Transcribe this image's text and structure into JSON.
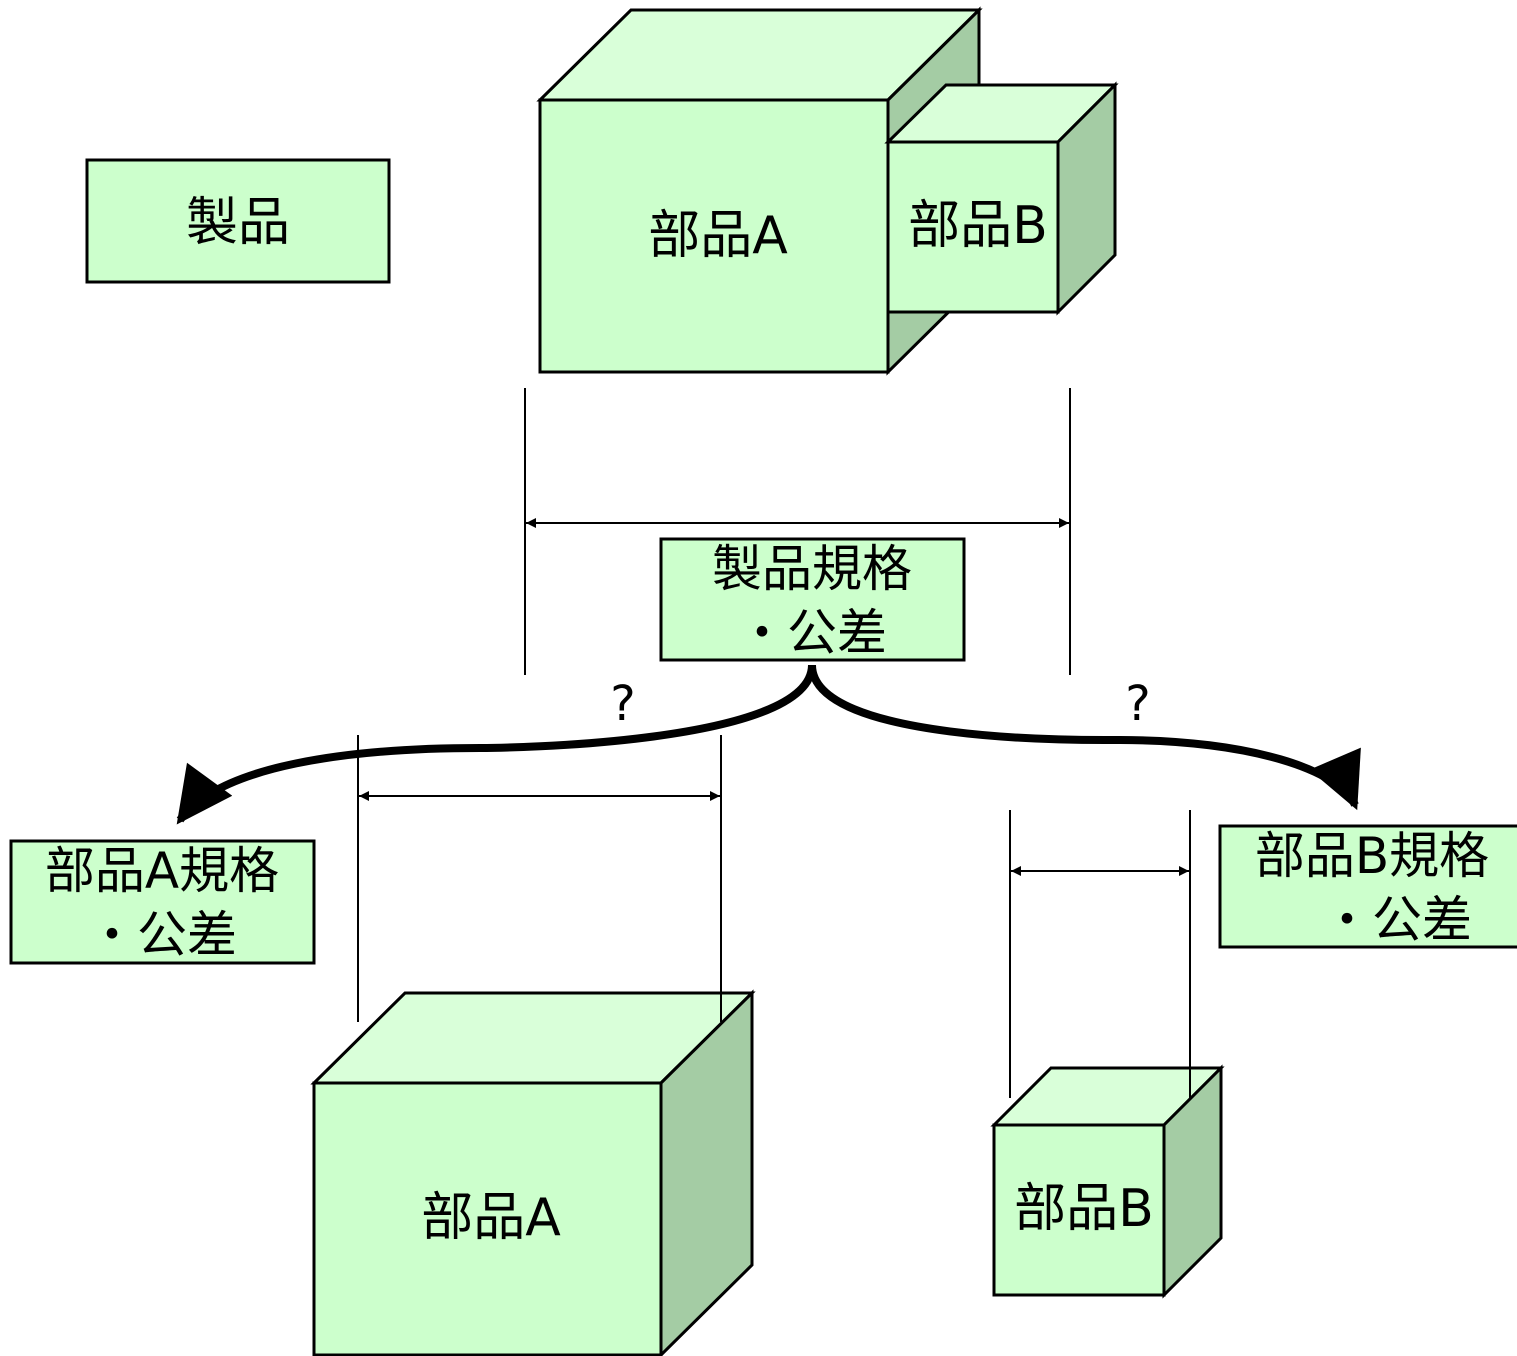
{
  "colors": {
    "face_front": "#ccffcc",
    "face_top": "#d9ffd9",
    "face_side": "#a4cca4",
    "label_fill": "#ccffcc",
    "stroke": "#000000"
  },
  "labels": {
    "product": "製品",
    "assembly_part_a": "部品A",
    "assembly_part_b": "部品B",
    "product_spec_line1": "製品規格",
    "product_spec_line2": "・公差",
    "question_left": "?",
    "question_right": "?",
    "part_a_spec_line1": "部品A規格",
    "part_a_spec_line2": "・公差",
    "part_b_spec_line1": "部品B規格",
    "part_b_spec_line2": "・公差",
    "part_a": "部品A",
    "part_b": "部品B"
  }
}
